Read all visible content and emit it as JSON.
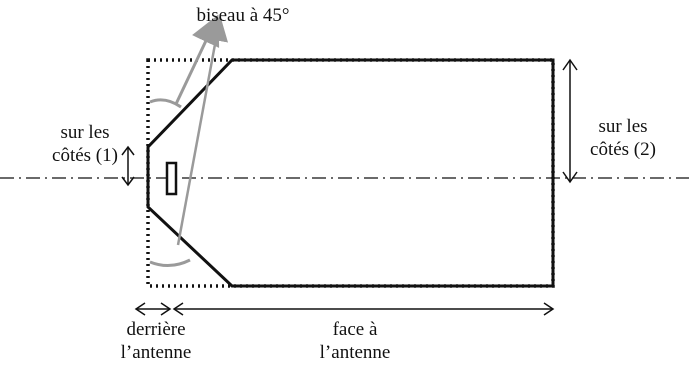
{
  "labels": {
    "bevel": "biseau à 45°",
    "sides_1_line1": "sur les",
    "sides_1_line2": "côtés (1)",
    "sides_2_line1": "sur les",
    "sides_2_line2": "côtés (2)",
    "behind_line1": "derrière",
    "behind_line2": "l’antenne",
    "front_line1": "face à",
    "front_line2": "l’antenne"
  },
  "colors": {
    "line": "#111111",
    "arrow_gray": "#9a9a9a"
  }
}
